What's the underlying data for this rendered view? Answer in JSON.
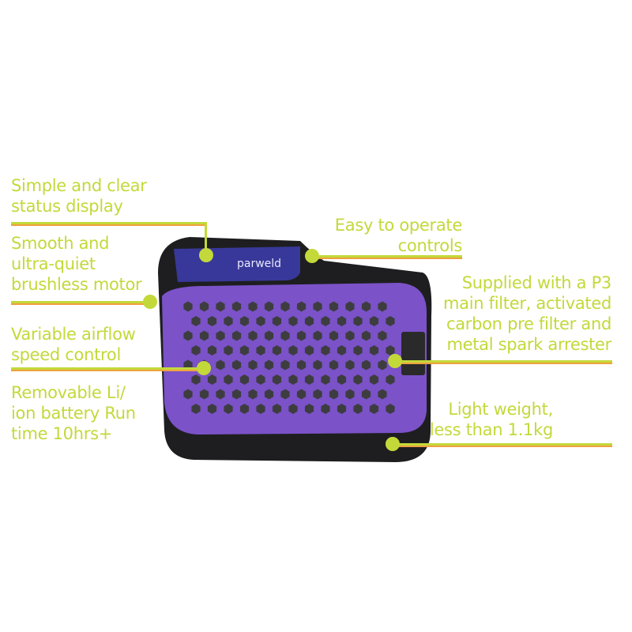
{
  "callouts": {
    "status_display": "Simple and clear\nstatus display",
    "motor": "Smooth and\nultra-quiet\nbrushless motor",
    "airflow": "Variable airflow\nspeed control",
    "battery": "Removable Li/\nion battery Run\ntime 10hrs+",
    "controls": "Easy to operate\ncontrols",
    "filter": "Supplied with a P3\nmain filter, activated\ncarbon pre filter and\nmetal spark arrester",
    "weight": "Light weight,\nless than 1.1kg"
  },
  "device": {
    "brand": "parweld"
  },
  "colors": {
    "accent": "#c3d93a",
    "body": "#1e1e20",
    "panel": "#7b52c8",
    "display": "#3a3a9a"
  }
}
